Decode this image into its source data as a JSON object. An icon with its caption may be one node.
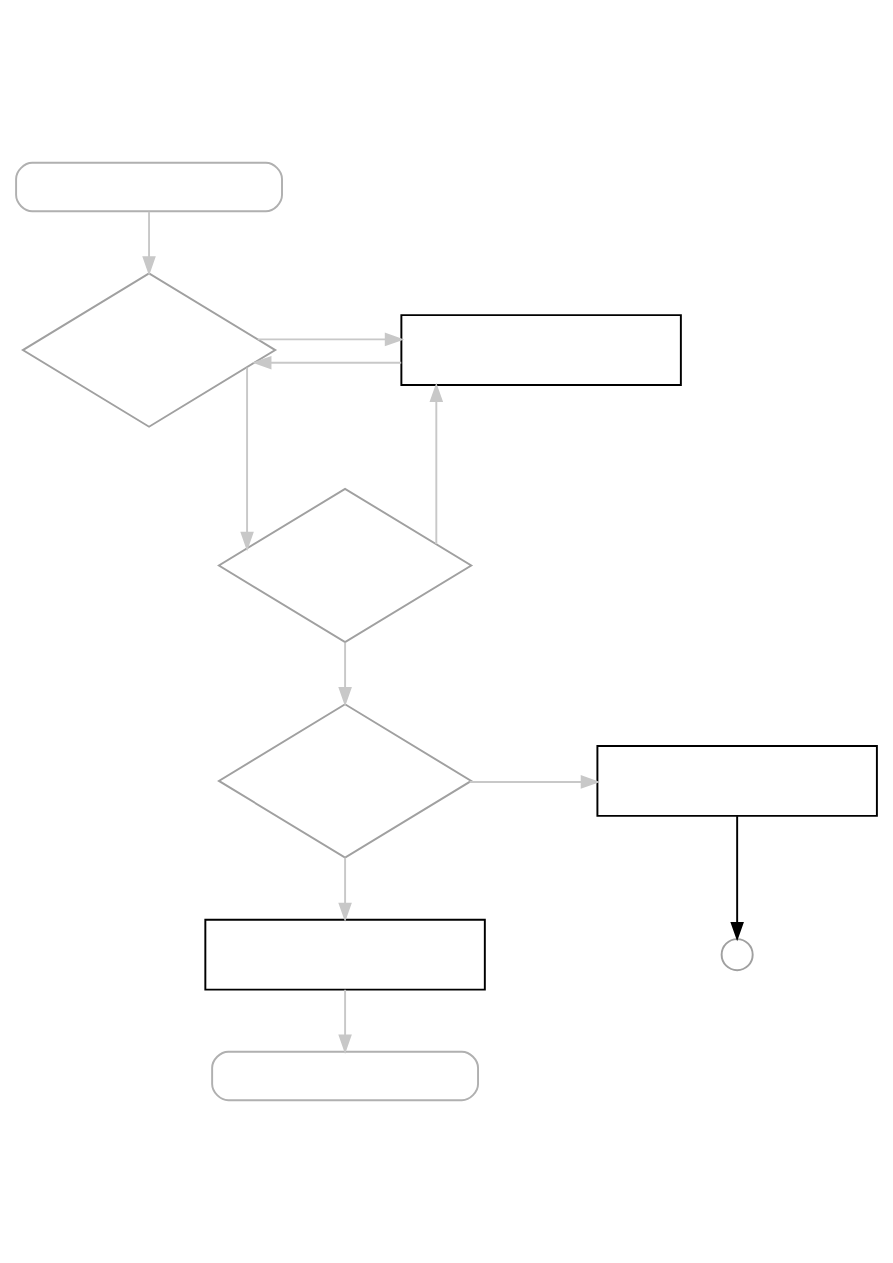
{
  "diagram": {
    "nodes": [
      {
        "text": [],
        "shape": "box"
      },
      {
        "text": [],
        "shape": "diamond"
      },
      {
        "text": [],
        "shape": "box"
      },
      {
        "text": [],
        "shape": "diamond"
      },
      {
        "text": [],
        "shape": "diamond"
      },
      {
        "text": [],
        "shape": "box"
      },
      {
        "text": [],
        "shape": "box"
      },
      {
        "text": [],
        "shape": "circle"
      },
      {
        "text": [],
        "shape": "box"
      }
    ],
    "edges": [
      {
        "from": 0,
        "to": 1,
        "arrow": "to"
      },
      {
        "from": 1,
        "to": 2,
        "arrow": "to"
      },
      {
        "from": 2,
        "to": 1,
        "arrow": "to"
      },
      {
        "from": 1,
        "to": 3,
        "arrow": "to"
      },
      {
        "from": 3,
        "to": 2,
        "arrow": "to"
      },
      {
        "from": 3,
        "to": 4,
        "arrow": "to"
      },
      {
        "from": 4,
        "to": 5,
        "arrow": "to"
      },
      {
        "from": 5,
        "to": 7,
        "arrow": "to",
        "color": "#000000"
      },
      {
        "from": 4,
        "to": 6,
        "arrow": "to"
      },
      {
        "from": 6,
        "to": 8,
        "arrow": "to"
      }
    ]
  }
}
